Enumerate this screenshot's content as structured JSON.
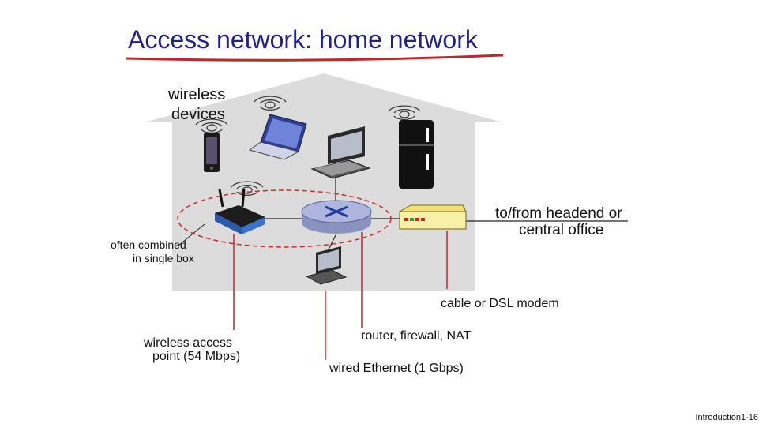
{
  "title": "Access network: home network",
  "labels": {
    "wireless_devices_1": "wireless",
    "wireless_devices_2": "devices",
    "headend_1": "to/from headend or",
    "headend_2": "central office",
    "combined_1": "often combined",
    "combined_2": "in single box",
    "modem": "cable or DSL modem",
    "router": "router, firewall, NAT",
    "ap_1": "wireless access",
    "ap_2": "point (54 Mbps)",
    "ethernet": "wired Ethernet (1 Gbps)"
  },
  "footer": "Introduction1-16",
  "colors": {
    "title": "#1f1f8f",
    "underline": "#c0262c",
    "house": "#dcdcdc",
    "callout": "#c0262c",
    "router": "#aeb6dd",
    "modem": "#f7f0a6"
  },
  "icons": [
    "phone-icon",
    "laptop-icon",
    "desktop-icon",
    "fridge-icon",
    "wireless-router-icon",
    "router-icon",
    "modem-icon",
    "desktop-wired-icon",
    "wireless-waves-icon"
  ]
}
